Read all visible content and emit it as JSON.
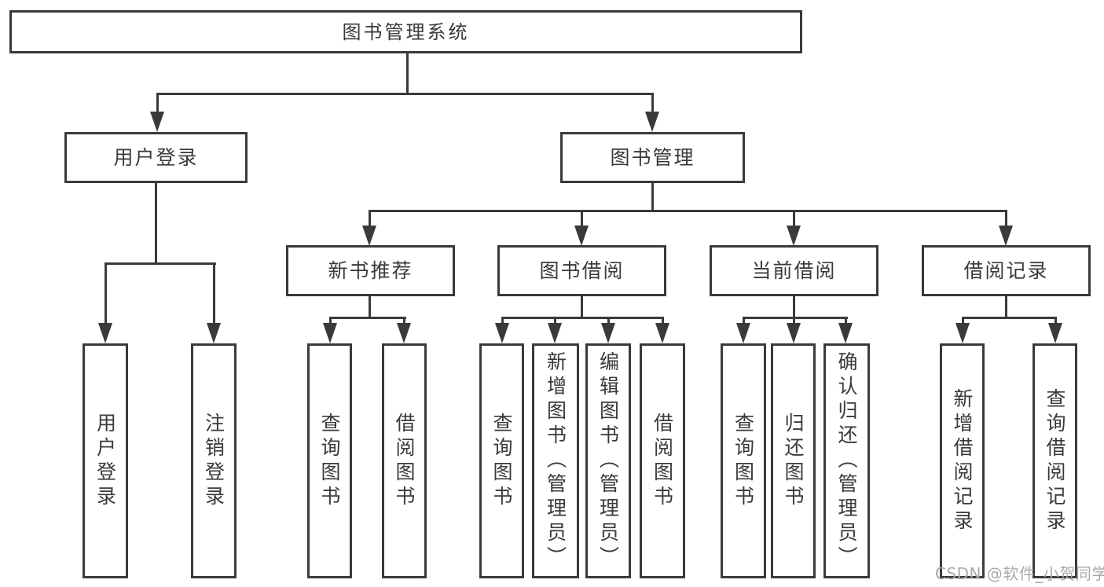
{
  "diagram": {
    "title": "图书管理系统",
    "level2": [
      {
        "label": "用户登录"
      },
      {
        "label": "图书管理"
      }
    ],
    "level3": [
      {
        "label": "新书推荐"
      },
      {
        "label": "图书借阅"
      },
      {
        "label": "当前借阅"
      },
      {
        "label": "借阅记录"
      }
    ],
    "leaves": {
      "user_login": [
        {
          "label": "用户登录"
        },
        {
          "label": "注销登录"
        }
      ],
      "new_book_rec": [
        {
          "label": "查询图书"
        },
        {
          "label": "借阅图书"
        }
      ],
      "book_borrow": [
        {
          "label": "查询图书"
        },
        {
          "label": "新增图书（管理员）"
        },
        {
          "label": "编辑图书（管理员）"
        },
        {
          "label": "借阅图书"
        }
      ],
      "current_borrow": [
        {
          "label": "查询图书"
        },
        {
          "label": "归还图书"
        },
        {
          "label": "确认归还（管理员）"
        }
      ],
      "borrow_records": [
        {
          "label": "新增借阅记录"
        },
        {
          "label": "查询借阅记录"
        }
      ]
    }
  },
  "watermark": {
    "text": "CSDN @软件_小贺同学"
  },
  "colors": {
    "line": "#3a3a3a",
    "text": "#3a3a3a",
    "background": "#ffffff",
    "watermark": "#aaaaae"
  }
}
